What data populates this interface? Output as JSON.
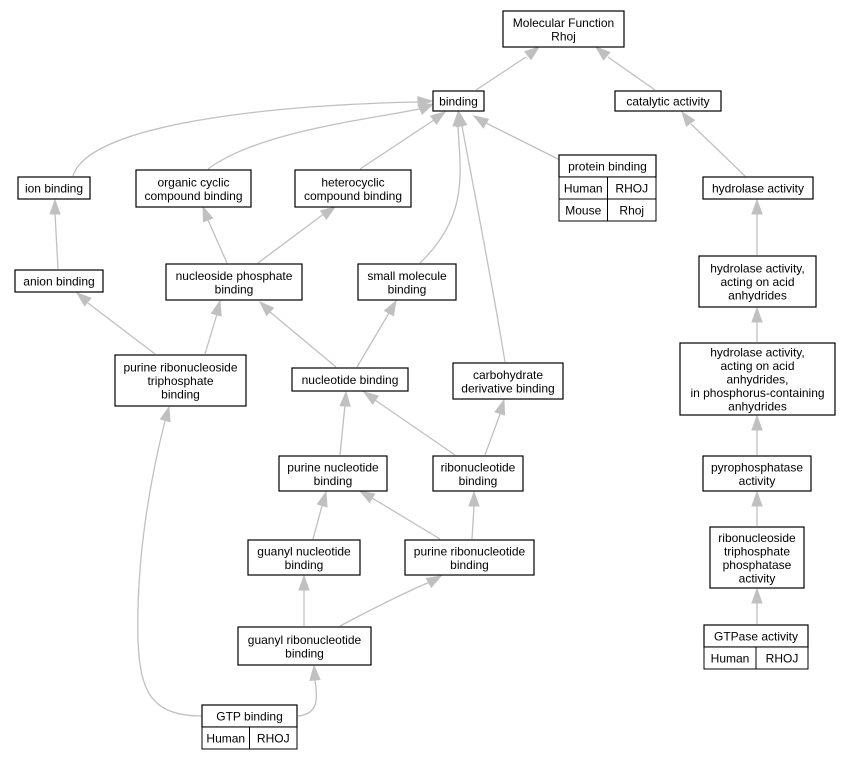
{
  "colors": {
    "edge": "#c0c0c0",
    "human": "#ff6347",
    "mouse": "#add8e6",
    "node_fill": "#ffffff",
    "node_stroke": "#000000"
  },
  "nodes": {
    "molecular_function": {
      "lines": [
        "Molecular Function",
        "Rhoj"
      ]
    },
    "binding": {
      "lines": [
        "binding"
      ]
    },
    "catalytic_activity": {
      "lines": [
        "catalytic activity"
      ]
    },
    "ion_binding": {
      "lines": [
        "ion binding"
      ]
    },
    "organic_cyclic": {
      "lines": [
        "organic cyclic",
        "compound binding"
      ]
    },
    "heterocyclic": {
      "lines": [
        "heterocyclic",
        "compound binding"
      ]
    },
    "protein_binding": {
      "lines": [
        "protein binding"
      ],
      "table": [
        [
          "Human",
          "RHOJ"
        ],
        [
          "Mouse",
          "Rhoj"
        ]
      ]
    },
    "hydrolase": {
      "lines": [
        "hydrolase activity"
      ]
    },
    "anion_binding": {
      "lines": [
        "anion binding"
      ]
    },
    "nucleoside_phosphate": {
      "lines": [
        "nucleoside phosphate",
        "binding"
      ]
    },
    "small_molecule": {
      "lines": [
        "small molecule",
        "binding"
      ]
    },
    "hydrolase_acid": {
      "lines": [
        "hydrolase activity,",
        "acting on acid",
        "anhydrides"
      ]
    },
    "purine_ribo_tri": {
      "lines": [
        "purine ribonucleoside",
        "triphosphate",
        "binding"
      ]
    },
    "nucleotide": {
      "lines": [
        "nucleotide binding"
      ]
    },
    "carbohydrate": {
      "lines": [
        "carbohydrate",
        "derivative binding"
      ]
    },
    "hydrolase_phos": {
      "lines": [
        "hydrolase activity,",
        "acting on acid",
        "anhydrides,",
        "in phosphorus-containing",
        "anhydrides"
      ]
    },
    "purine_nucleotide": {
      "lines": [
        "purine nucleotide",
        "binding"
      ]
    },
    "ribonucleotide": {
      "lines": [
        "ribonucleotide",
        "binding"
      ]
    },
    "pyrophosphatase": {
      "lines": [
        "pyrophosphatase",
        "activity"
      ]
    },
    "guanyl_nucleotide": {
      "lines": [
        "guanyl nucleotide",
        "binding"
      ]
    },
    "purine_ribonucleotide": {
      "lines": [
        "purine ribonucleotide",
        "binding"
      ]
    },
    "ribo_tri_phosphatase": {
      "lines": [
        "ribonucleoside",
        "triphosphate",
        "phosphatase",
        "activity"
      ]
    },
    "guanyl_ribonucleotide": {
      "lines": [
        "guanyl ribonucleotide",
        "binding"
      ]
    },
    "gtpase": {
      "lines": [
        "GTPase activity"
      ],
      "table": [
        [
          "Human",
          "RHOJ"
        ]
      ]
    },
    "gtp_binding": {
      "lines": [
        "GTP binding"
      ],
      "table": [
        [
          "Human",
          "RHOJ"
        ]
      ]
    }
  }
}
